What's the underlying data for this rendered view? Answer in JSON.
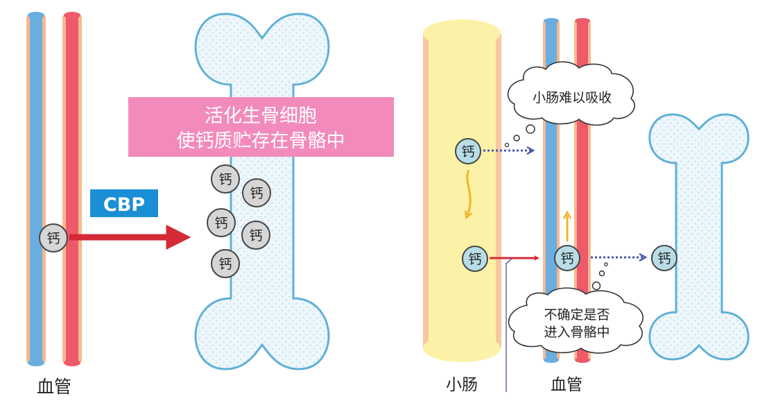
{
  "left_panel": {
    "vessel_label": "血管",
    "banner_lines": [
      "活化生骨细胞",
      "使钙质贮存在骨骼中"
    ],
    "protein_label": "CBP",
    "calcium_label": "钙"
  },
  "right_panel": {
    "intestine_label": "小肠",
    "vessel_label": "血管",
    "bubble_absorb": "小肠难以吸收",
    "bubble_uncertain_lines": [
      "不确定是否",
      "进入骨骼中"
    ],
    "calcium_label": "钙"
  },
  "colors": {
    "vein": "#6aaee0",
    "artery": "#ee5a6a",
    "vessel_edge": "#f5b98f",
    "bone_fill": "#eef7fc",
    "bone_outline": "#5fb0d6",
    "banner_bg": "#f28bbb",
    "cbp_bg": "#1a8fd6",
    "intestine_fill": "#fbf2a8",
    "red_arrow": "#d42a35",
    "blue_dotted_arrow": "#4a55b0",
    "yellow_arrow": "#f1b52a"
  }
}
